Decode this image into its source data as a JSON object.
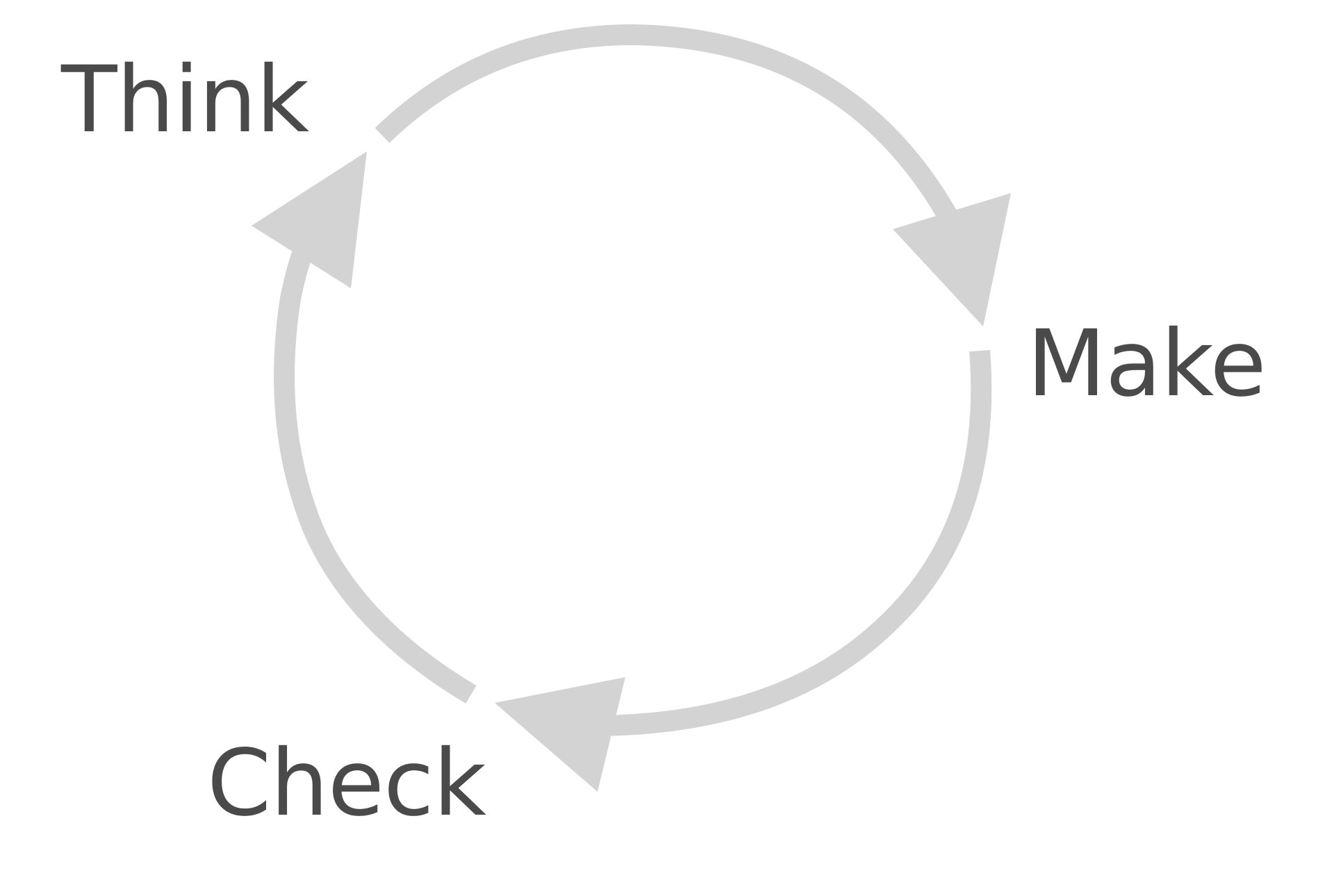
{
  "diagram": {
    "stages": [
      {
        "id": "think",
        "label": "Think"
      },
      {
        "id": "make",
        "label": "Make"
      },
      {
        "id": "check",
        "label": "Check"
      }
    ],
    "flow": [
      "think",
      "make",
      "check",
      "think"
    ],
    "colors": {
      "arrow": "#d3d3d3",
      "text": "#4a4a4a",
      "background": "#ffffff"
    }
  }
}
